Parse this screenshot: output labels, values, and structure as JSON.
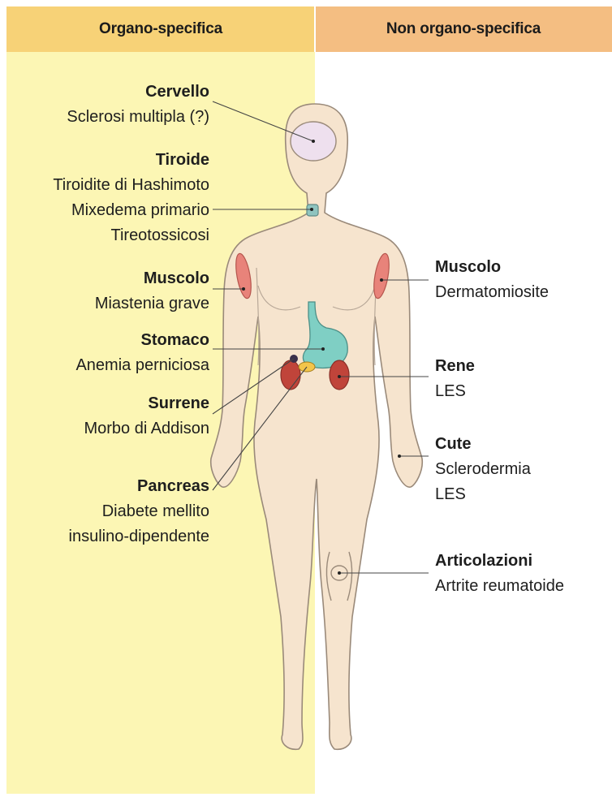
{
  "headers": {
    "left": "Organo-specifica",
    "right": "Non organo-specifica"
  },
  "left_labels": {
    "cervello": {
      "title": "Cervello",
      "lines": [
        "Sclerosi multipla (?)"
      ]
    },
    "tiroide": {
      "title": "Tiroide",
      "lines": [
        "Tiroidite di Hashimoto",
        "Mixedema primario",
        "Tireotossicosi"
      ]
    },
    "muscolo": {
      "title": "Muscolo",
      "lines": [
        "Miastenia grave"
      ]
    },
    "stomaco": {
      "title": "Stomaco",
      "lines": [
        "Anemia perniciosa"
      ]
    },
    "surrene": {
      "title": "Surrene",
      "lines": [
        "Morbo di Addison"
      ]
    },
    "pancreas": {
      "title": "Pancreas",
      "lines": [
        "Diabete mellito",
        "insulino-dipendente"
      ]
    }
  },
  "right_labels": {
    "muscolo": {
      "title": "Muscolo",
      "lines": [
        "Dermatomiosite"
      ]
    },
    "rene": {
      "title": "Rene",
      "lines": [
        "LES"
      ]
    },
    "cute": {
      "title": "Cute",
      "lines": [
        "Sclerodermia",
        "LES"
      ]
    },
    "articolazioni": {
      "title": "Articolazioni",
      "lines": [
        "Artrite reumatoide"
      ]
    }
  },
  "colors": {
    "left_panel": "#fcf6b4",
    "left_header": "#f7d277",
    "right_header": "#f4be82",
    "skin": "#f6e4ce",
    "outline": "#9a8a7a",
    "muscle": "#e8837a",
    "kidney": "#c0443a",
    "stomach": "#7fcfc4",
    "brain": "#eee0ee"
  }
}
